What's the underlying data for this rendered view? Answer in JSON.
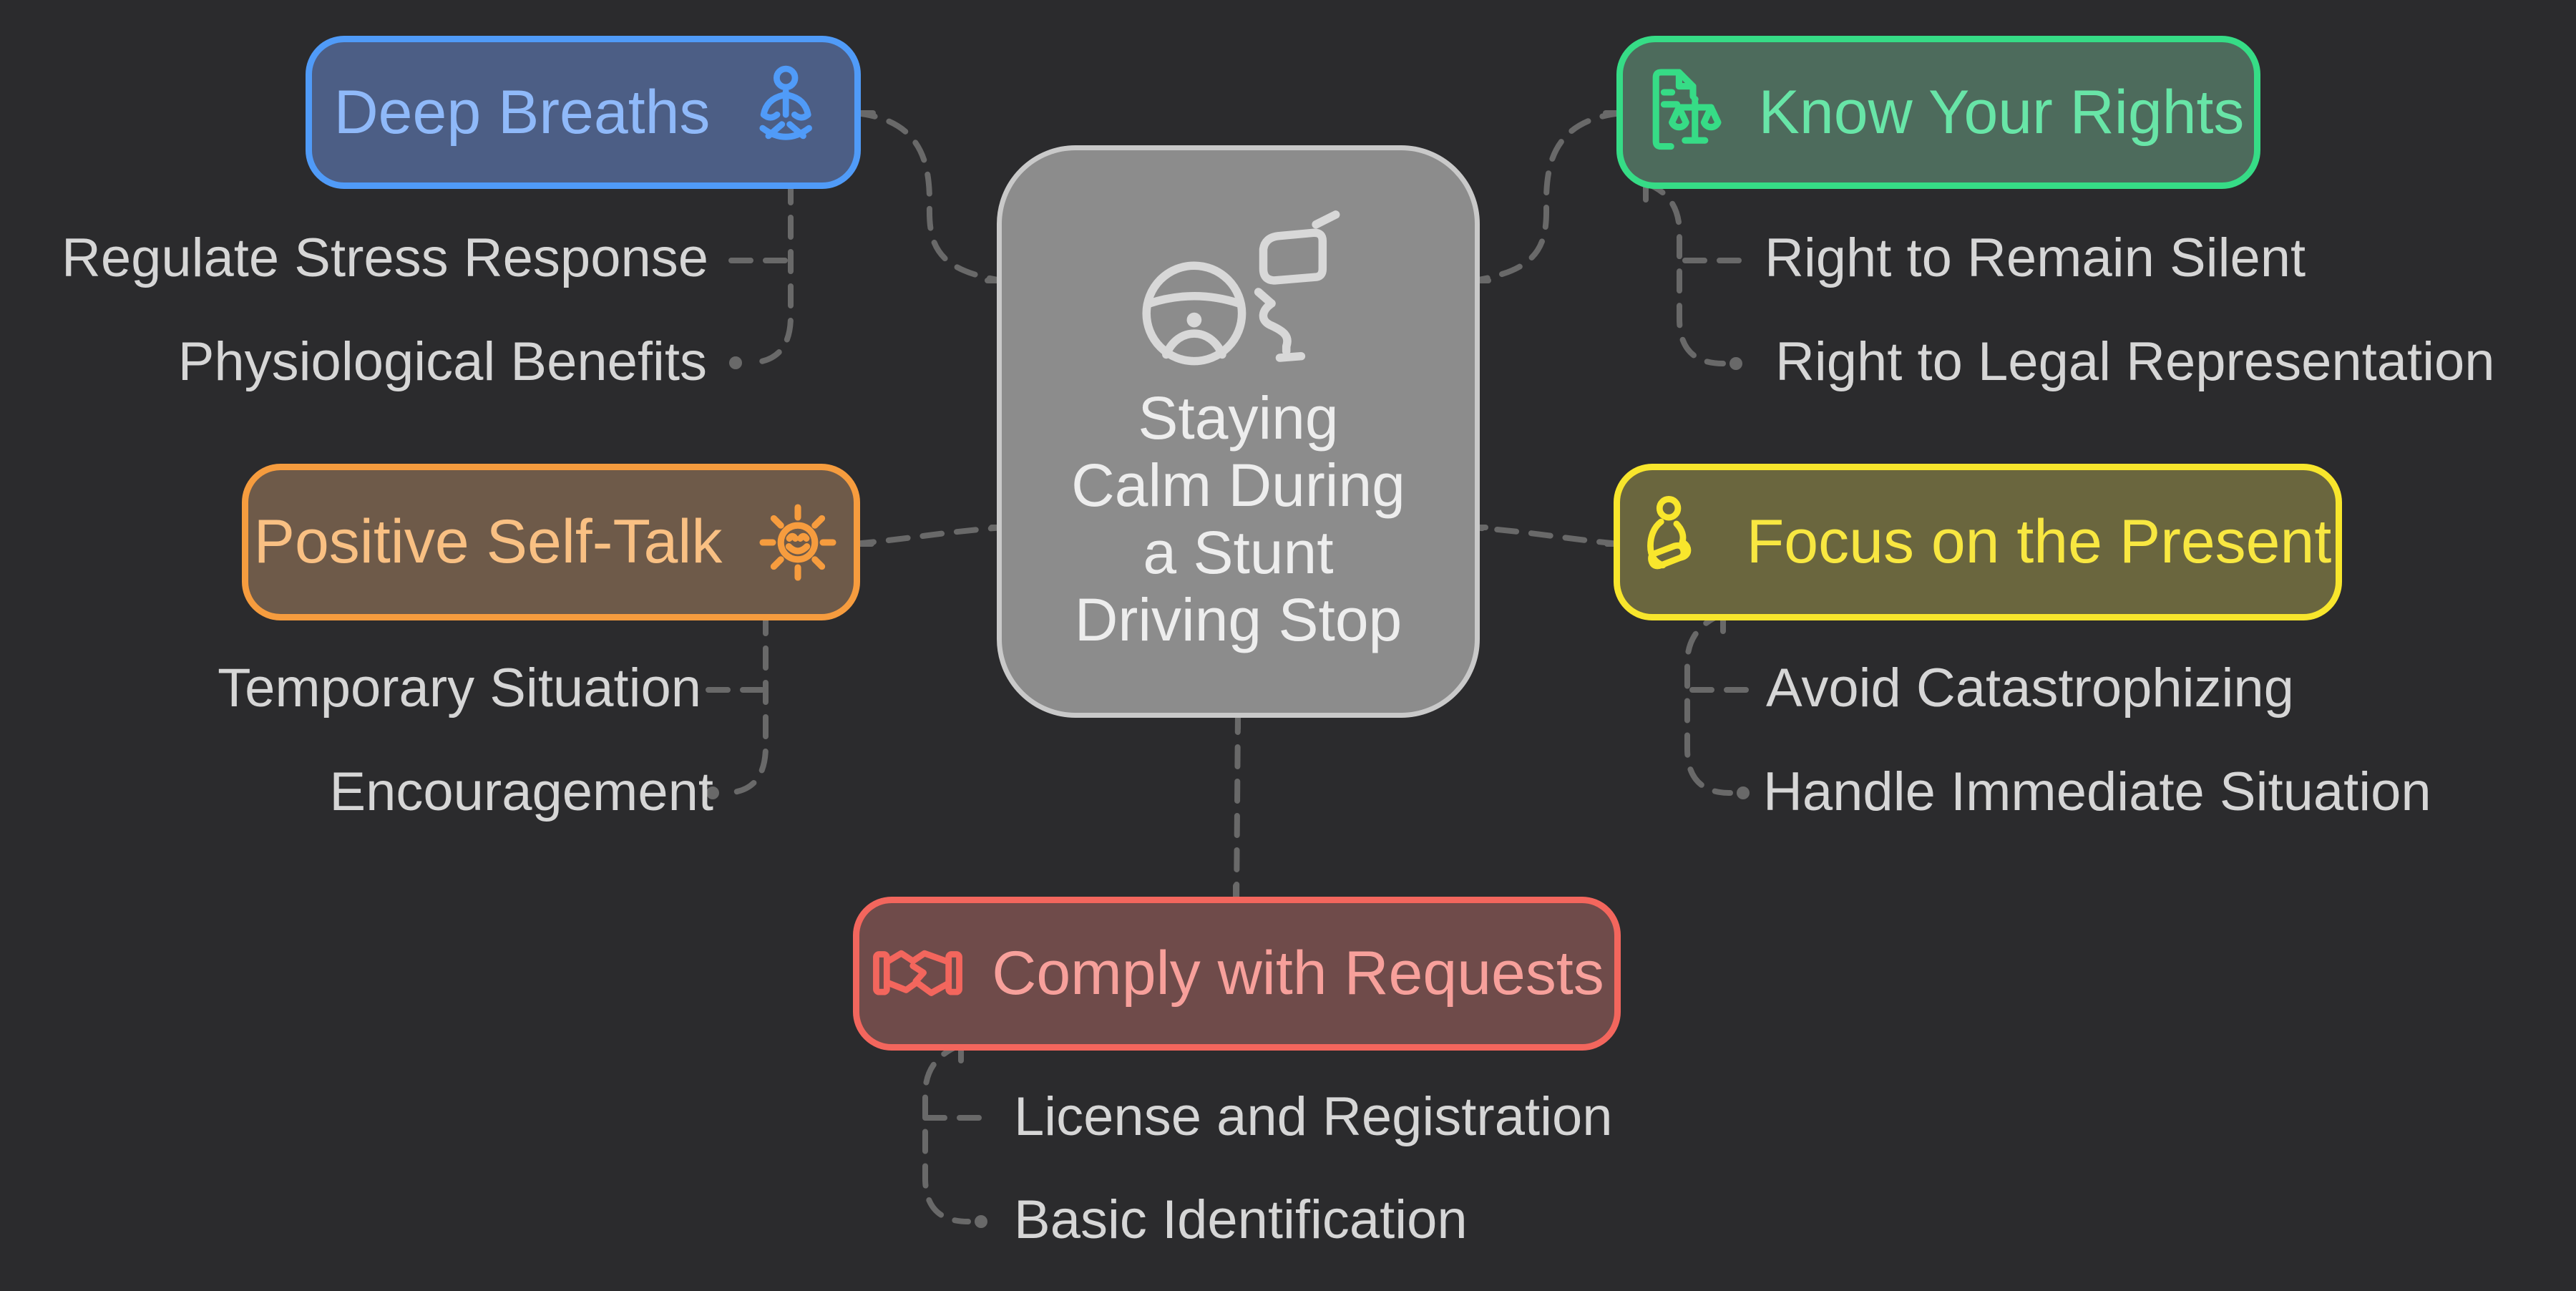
{
  "theme": {
    "bg": "#2B2B2D",
    "connector": "#696969",
    "sub-text": "#D6D6D6"
  },
  "center": {
    "icon": "steering-wheel-icon",
    "lines": [
      "Staying",
      "Calm During",
      "a Stunt",
      "Driving Stop"
    ],
    "border": "#C9C9C9",
    "fill": "#8C8C8C",
    "text": "#EDEDED",
    "icon_color": "#D8D8D8"
  },
  "branches": [
    {
      "label": "Deep Breaths",
      "icon": "meditation-icon",
      "border": "#509BF8",
      "fill": "#4C5E85",
      "text": "#8FB9F9",
      "children": [
        "Regulate Stress Response",
        "Physiological Benefits"
      ]
    },
    {
      "label": "Know Your Rights",
      "icon": "document-scales-icon",
      "border": "#36DC86",
      "fill": "#4D6B5C",
      "text": "#68E5A7",
      "children": [
        "Right to Remain Silent",
        "Right to Legal Representation"
      ]
    },
    {
      "label": "Positive Self-Talk",
      "icon": "smiling-sun-icon",
      "border": "#F69C3E",
      "fill": "#6E5A49",
      "text": "#F9C083",
      "children": [
        "Temporary Situation",
        "Encouragement"
      ]
    },
    {
      "label": "Focus on the Present",
      "icon": "sitting-person-icon",
      "border": "#F8E62C",
      "fill": "#6A663E",
      "text": "#F8E741",
      "children": [
        "Avoid Catastrophizing",
        "Handle Immediate Situation"
      ]
    },
    {
      "label": "Comply with Requests",
      "icon": "handshake-icon",
      "border": "#F3665D",
      "fill": "#6F4B4A",
      "text": "#F7A09B",
      "children": [
        "License and Registration",
        "Basic Identification"
      ]
    }
  ]
}
